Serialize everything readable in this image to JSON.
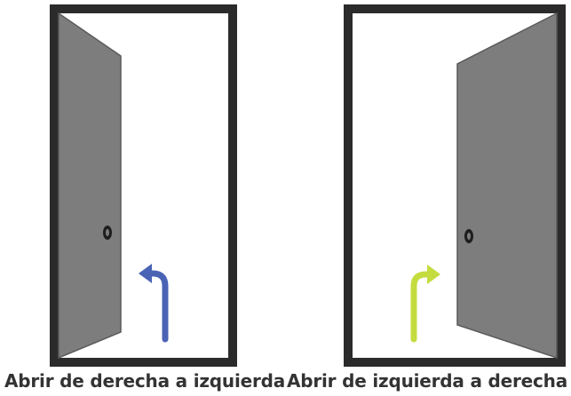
{
  "doors": [
    {
      "caption": "Abrir de derecha a izquierda",
      "arrow_color": "#4a63b5",
      "direction": "right-to-left"
    },
    {
      "caption": "Abrir de izquierda a derecha",
      "arrow_color": "#c5dc3f",
      "direction": "left-to-right"
    }
  ],
  "colors": {
    "frame": "#2b2b2b",
    "leaf": "#7d7d7d",
    "leaf_edge": "#5a5a5a",
    "knob": "#1e1e1e"
  }
}
